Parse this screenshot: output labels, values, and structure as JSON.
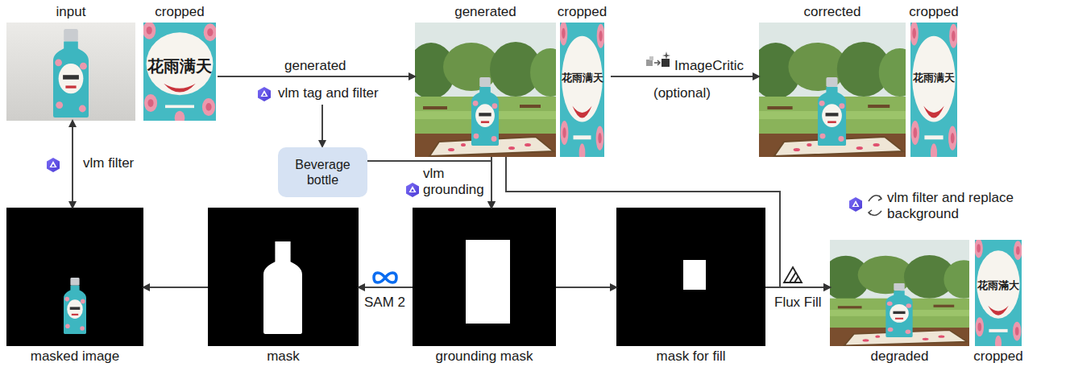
{
  "diagram": {
    "nodes": [
      {
        "text": [
          "input"
        ]
      },
      {
        "text": [
          "cropped",
          "花雨满天"
        ]
      },
      {
        "text": [
          "generated"
        ]
      },
      {
        "text": [
          "cropped",
          "花雨满天"
        ]
      },
      {
        "text": [
          "corrected"
        ]
      },
      {
        "text": [
          "cropped",
          "花雨满天"
        ]
      },
      {
        "text": [
          "Beverage bottle"
        ]
      },
      {
        "text": [
          "masked image"
        ]
      },
      {
        "text": [
          "mask"
        ]
      },
      {
        "text": [
          "grounding mask"
        ]
      },
      {
        "text": [
          "mask for fill"
        ]
      },
      {
        "text": [
          "degraded"
        ]
      },
      {
        "text": [
          "cropped",
          "花雨滿大"
        ]
      }
    ],
    "edges": [
      {
        "from": 1,
        "to": 2,
        "label": "generated",
        "arrow": "to"
      },
      {
        "from": 3,
        "to": 4,
        "label": "ImageCritic",
        "arrow": "to"
      },
      {
        "from": 0,
        "to": 7,
        "label": "vlm filter",
        "arrow": "both"
      },
      {
        "from": 6,
        "to": 9,
        "arrow": "to"
      },
      {
        "from": 2,
        "to": 9,
        "label": "vlm grounding",
        "arrow": "to"
      },
      {
        "from": 2,
        "to": 11,
        "arrow": "to"
      },
      {
        "from": 9,
        "to": 8,
        "label": "SAM 2",
        "arrow": "to"
      },
      {
        "from": 9,
        "to": 10,
        "arrow": "to"
      },
      {
        "from": 8,
        "to": 7,
        "arrow": "to"
      },
      {
        "from": 10,
        "to": 11,
        "label": "Flux Fill",
        "arrow": "to"
      }
    ],
    "labels": [
      "vlm tag and filter",
      "(optional)",
      "vlm filter and replace background"
    ]
  }
}
